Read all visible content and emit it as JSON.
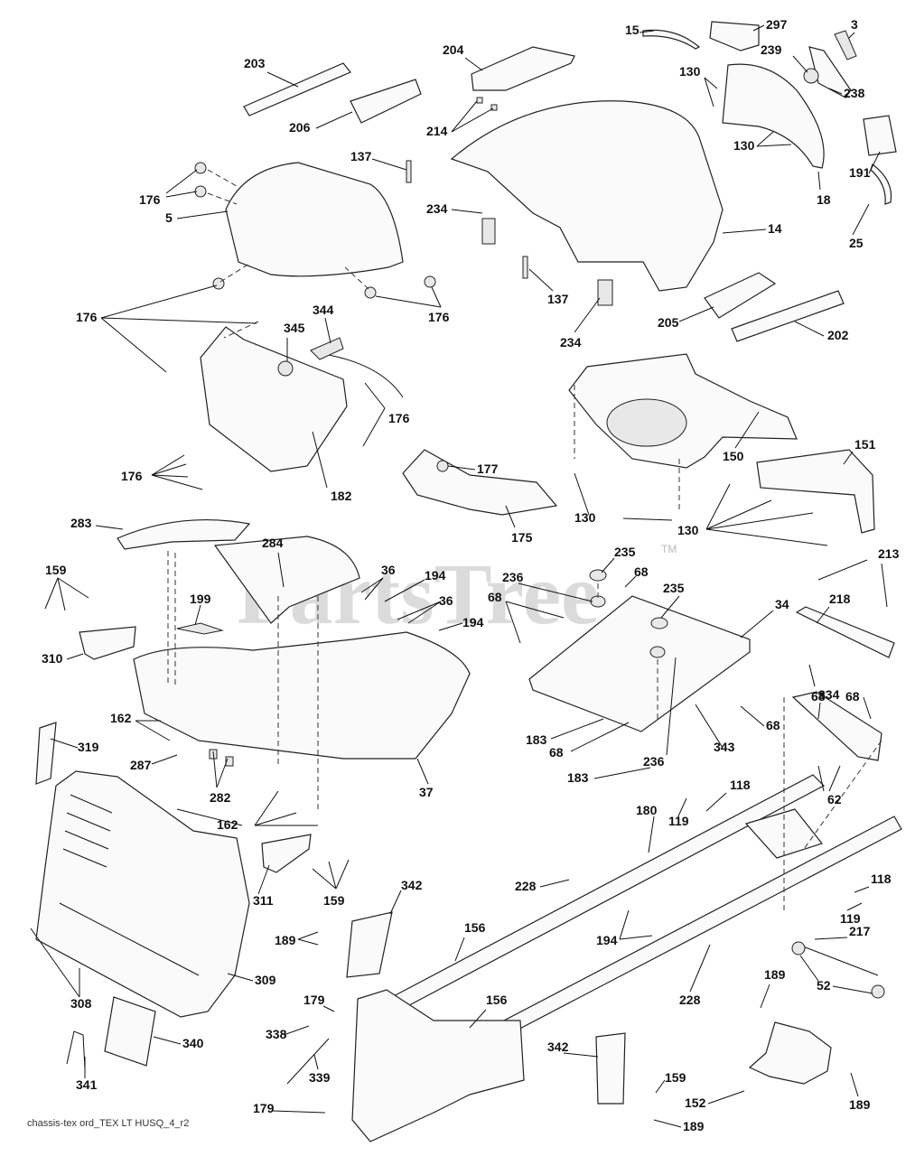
{
  "diagram": {
    "title": "Chassis / Enclosures parts diagram",
    "watermark": "PartsTree",
    "watermark_tm": "TM",
    "caption": "chassis-tex ord_TEX LT HUSQ_4_r2",
    "callouts": [
      {
        "id": "c203",
        "label": "203"
      },
      {
        "id": "c206",
        "label": "206"
      },
      {
        "id": "c204",
        "label": "204"
      },
      {
        "id": "c214",
        "label": "214"
      },
      {
        "id": "c15",
        "label": "15"
      },
      {
        "id": "c297",
        "label": "297"
      },
      {
        "id": "c3",
        "label": "3"
      },
      {
        "id": "c239",
        "label": "239"
      },
      {
        "id": "c238",
        "label": "238"
      },
      {
        "id": "c130a",
        "label": "130"
      },
      {
        "id": "c130b",
        "label": "130"
      },
      {
        "id": "c191",
        "label": "191"
      },
      {
        "id": "c18",
        "label": "18"
      },
      {
        "id": "c25",
        "label": "25"
      },
      {
        "id": "c14",
        "label": "14"
      },
      {
        "id": "c137a",
        "label": "137"
      },
      {
        "id": "c137b",
        "label": "137"
      },
      {
        "id": "c234a",
        "label": "234"
      },
      {
        "id": "c234b",
        "label": "234"
      },
      {
        "id": "c205",
        "label": "205"
      },
      {
        "id": "c202",
        "label": "202"
      },
      {
        "id": "c176a",
        "label": "176"
      },
      {
        "id": "c5",
        "label": "5"
      },
      {
        "id": "c176b",
        "label": "176"
      },
      {
        "id": "c176c",
        "label": "176"
      },
      {
        "id": "c345",
        "label": "345"
      },
      {
        "id": "c344",
        "label": "344"
      },
      {
        "id": "c176d",
        "label": "176"
      },
      {
        "id": "c176e",
        "label": "176"
      },
      {
        "id": "c182",
        "label": "182"
      },
      {
        "id": "c177",
        "label": "177"
      },
      {
        "id": "c175",
        "label": "175"
      },
      {
        "id": "c150",
        "label": "150"
      },
      {
        "id": "c151",
        "label": "151"
      },
      {
        "id": "c130c",
        "label": "130"
      },
      {
        "id": "c130d",
        "label": "130"
      },
      {
        "id": "c283",
        "label": "283"
      },
      {
        "id": "c284",
        "label": "284"
      },
      {
        "id": "c36a",
        "label": "36"
      },
      {
        "id": "c194a",
        "label": "194"
      },
      {
        "id": "c36b",
        "label": "36"
      },
      {
        "id": "c194b",
        "label": "194"
      },
      {
        "id": "c159a",
        "label": "159"
      },
      {
        "id": "c199",
        "label": "199"
      },
      {
        "id": "c310",
        "label": "310"
      },
      {
        "id": "c235a",
        "label": "235"
      },
      {
        "id": "c236a",
        "label": "236"
      },
      {
        "id": "c68a",
        "label": "68"
      },
      {
        "id": "c68b",
        "label": "68"
      },
      {
        "id": "c235b",
        "label": "235"
      },
      {
        "id": "c34",
        "label": "34"
      },
      {
        "id": "c213",
        "label": "213"
      },
      {
        "id": "c218",
        "label": "218"
      },
      {
        "id": "c68c",
        "label": "68"
      },
      {
        "id": "c68d",
        "label": "68"
      },
      {
        "id": "c68e",
        "label": "68"
      },
      {
        "id": "c183a",
        "label": "183"
      },
      {
        "id": "c68f",
        "label": "68"
      },
      {
        "id": "c236b",
        "label": "236"
      },
      {
        "id": "c343",
        "label": "343"
      },
      {
        "id": "c183b",
        "label": "183"
      },
      {
        "id": "c334",
        "label": "334"
      },
      {
        "id": "c162a",
        "label": "162"
      },
      {
        "id": "c319",
        "label": "319"
      },
      {
        "id": "c287",
        "label": "287"
      },
      {
        "id": "c282",
        "label": "282"
      },
      {
        "id": "c37",
        "label": "37"
      },
      {
        "id": "c162b",
        "label": "162"
      },
      {
        "id": "c62",
        "label": "62"
      },
      {
        "id": "c118a",
        "label": "118"
      },
      {
        "id": "c119a",
        "label": "119"
      },
      {
        "id": "c180",
        "label": "180"
      },
      {
        "id": "c311",
        "label": "311"
      },
      {
        "id": "c159b",
        "label": "159"
      },
      {
        "id": "c342a",
        "label": "342"
      },
      {
        "id": "c228a",
        "label": "228"
      },
      {
        "id": "c118b",
        "label": "118"
      },
      {
        "id": "c119b",
        "label": "119"
      },
      {
        "id": "c217",
        "label": "217"
      },
      {
        "id": "c189a",
        "label": "189"
      },
      {
        "id": "c156a",
        "label": "156"
      },
      {
        "id": "c194c",
        "label": "194"
      },
      {
        "id": "c52",
        "label": "52"
      },
      {
        "id": "c309",
        "label": "309"
      },
      {
        "id": "c308",
        "label": "308"
      },
      {
        "id": "c228b",
        "label": "228"
      },
      {
        "id": "c179a",
        "label": "179"
      },
      {
        "id": "c156b",
        "label": "156"
      },
      {
        "id": "c189b",
        "label": "189"
      },
      {
        "id": "c338",
        "label": "338"
      },
      {
        "id": "c340",
        "label": "340"
      },
      {
        "id": "c339",
        "label": "339"
      },
      {
        "id": "c342b",
        "label": "342"
      },
      {
        "id": "c159c",
        "label": "159"
      },
      {
        "id": "c152",
        "label": "152"
      },
      {
        "id": "c189c",
        "label": "189"
      },
      {
        "id": "c341",
        "label": "341"
      },
      {
        "id": "c179b",
        "label": "179"
      },
      {
        "id": "c189d",
        "label": "189"
      }
    ]
  }
}
